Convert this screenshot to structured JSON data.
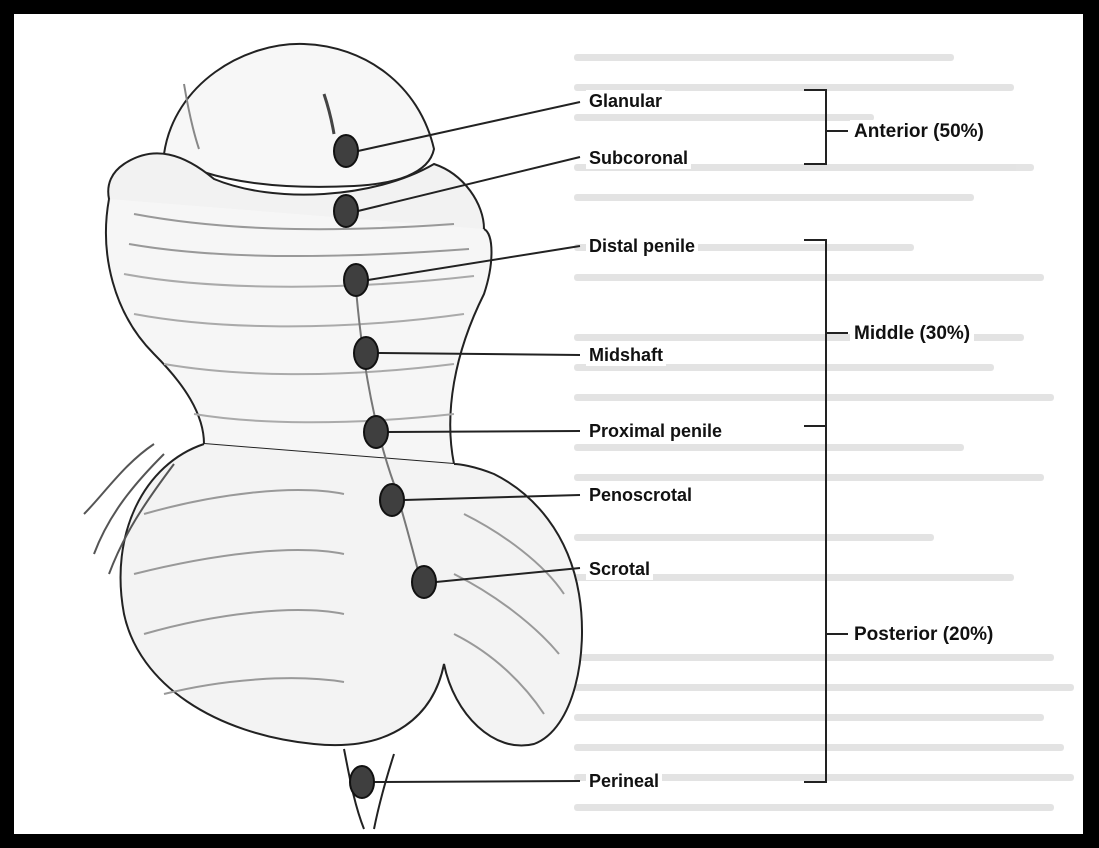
{
  "sites": [
    {
      "label": "Glanular"
    },
    {
      "label": "Subcoronal"
    },
    {
      "label": "Distal penile"
    },
    {
      "label": "Midshaft"
    },
    {
      "label": "Proximal penile"
    },
    {
      "label": "Penoscrotal"
    },
    {
      "label": "Scrotal"
    },
    {
      "label": "Perineal"
    }
  ],
  "regions": [
    {
      "label": "Anterior (50%)"
    },
    {
      "label": "Middle (30%)"
    },
    {
      "label": "Posterior (20%)"
    }
  ],
  "colors": {
    "marker": "#3f3f3f",
    "line": "#222222",
    "frame": "#000000"
  }
}
